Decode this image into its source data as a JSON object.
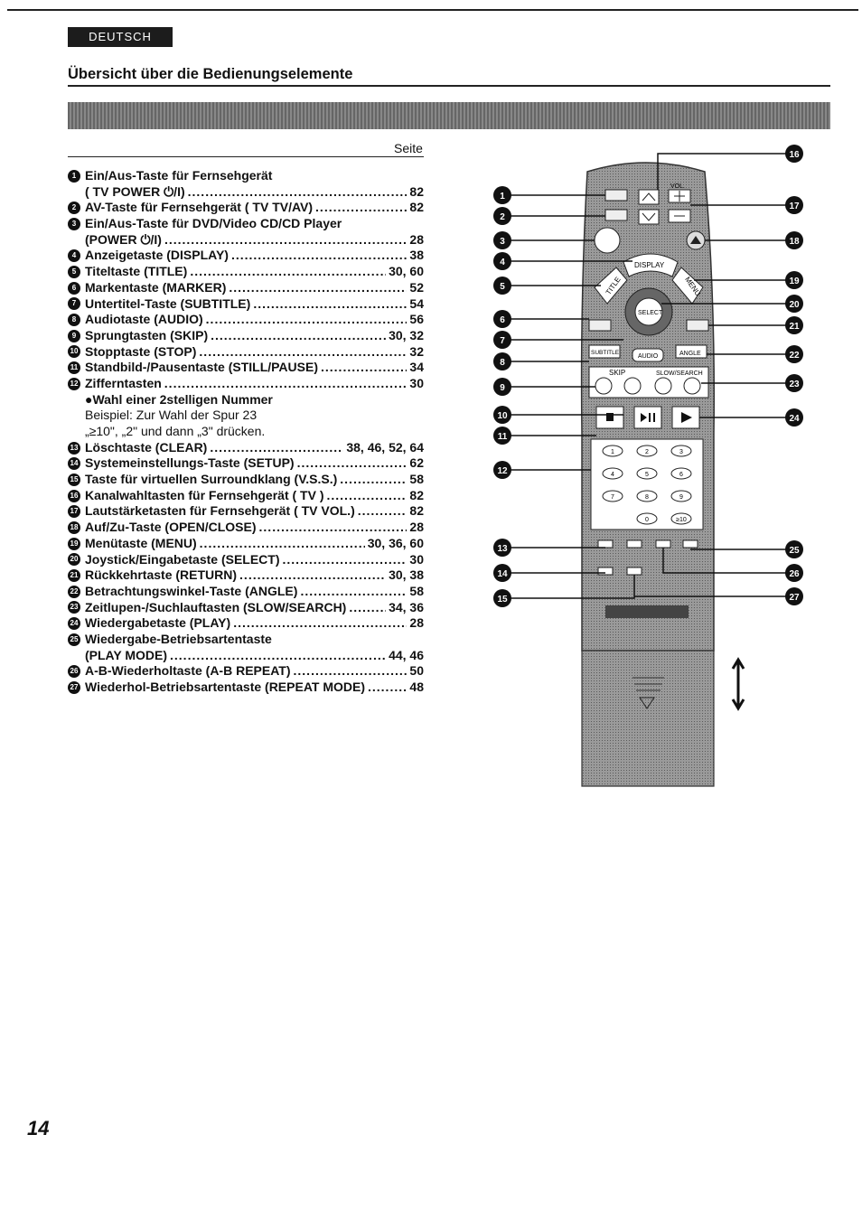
{
  "header": {
    "language": "DEUTSCH",
    "title": "Übersicht über die Bedienungselemente",
    "seite_label": "Seite"
  },
  "items": [
    {
      "n": "1",
      "name": "Ein/Aus-Taste für Fernsehgerät",
      "pg": ""
    },
    {
      "n": "",
      "name": "( TV POWER ⏻/I)",
      "pg": "82",
      "indent": true
    },
    {
      "n": "2",
      "name": "AV-Taste für Fernsehgerät ( TV TV/AV)",
      "pg": "82"
    },
    {
      "n": "3",
      "name": "Ein/Aus-Taste für DVD/Video CD/CD Player",
      "pg": ""
    },
    {
      "n": "",
      "name": "(POWER ⏻/I)",
      "pg": "28",
      "indent": true
    },
    {
      "n": "4",
      "name": "Anzeigetaste (DISPLAY)",
      "pg": "38"
    },
    {
      "n": "5",
      "name": "Titeltaste (TITLE)",
      "pg": "30, 60"
    },
    {
      "n": "6",
      "name": "Markentaste (MARKER)",
      "pg": "52"
    },
    {
      "n": "7",
      "name": "Untertitel-Taste (SUBTITLE)",
      "pg": "54"
    },
    {
      "n": "8",
      "name": "Audiotaste (AUDIO)",
      "pg": "56"
    },
    {
      "n": "9",
      "name": "Sprungtasten (SKIP)",
      "pg": "30, 32"
    },
    {
      "n": "10",
      "name": "Stopptaste (STOP)",
      "pg": "32"
    },
    {
      "n": "11",
      "name": "Standbild-/Pausentaste (STILL/PAUSE)",
      "pg": "34"
    },
    {
      "n": "12",
      "name": "Zifferntasten",
      "pg": "30"
    },
    {
      "n": "",
      "name": "●Wahl einer 2stelligen Nummer",
      "pg": "",
      "indent": true,
      "nodots": true
    },
    {
      "n": "",
      "name": "Beispiel: Zur Wahl der Spur 23",
      "pg": "",
      "indent": true,
      "nodots": true,
      "normal": true
    },
    {
      "n": "",
      "name": "„≥10\", „2\" und dann „3\" drücken.",
      "pg": "",
      "indent": true,
      "nodots": true,
      "normal": true
    },
    {
      "n": "13",
      "name": "Löschtaste (CLEAR)",
      "pg": "38, 46, 52, 64"
    },
    {
      "n": "14",
      "name": "Systemeinstellungs-Taste (SETUP)",
      "pg": "62"
    },
    {
      "n": "15",
      "name": "Taste für virtuellen Surroundklang (V.S.S.)",
      "pg": "58"
    },
    {
      "n": "16",
      "name": "Kanalwahltasten für Fernsehgerät ( TV )",
      "pg": "82"
    },
    {
      "n": "17",
      "name": "Lautstärketasten für Fernsehgerät ( TV VOL.)",
      "pg": "82"
    },
    {
      "n": "18",
      "name": "Auf/Zu-Taste (OPEN/CLOSE)",
      "pg": "28"
    },
    {
      "n": "19",
      "name": "Menütaste (MENU)",
      "pg": "30, 36, 60"
    },
    {
      "n": "20",
      "name": "Joystick/Eingabetaste (SELECT)",
      "pg": "30"
    },
    {
      "n": "21",
      "name": "Rückkehrtaste (RETURN)",
      "pg": "30, 38"
    },
    {
      "n": "22",
      "name": "Betrachtungswinkel-Taste (ANGLE)",
      "pg": "58"
    },
    {
      "n": "23",
      "name": "Zeitlupen-/Suchlauftasten (SLOW/SEARCH)",
      "pg": "34, 36"
    },
    {
      "n": "24",
      "name": "Wiedergabetaste (PLAY)",
      "pg": "28"
    },
    {
      "n": "25",
      "name": "Wiedergabe-Betriebsartentaste",
      "pg": ""
    },
    {
      "n": "",
      "name": "(PLAY MODE)",
      "pg": "44, 46",
      "indent": true
    },
    {
      "n": "26",
      "name": "A-B-Wiederholtaste (A-B REPEAT)",
      "pg": "50"
    },
    {
      "n": "27",
      "name": "Wiederhol-Betriebsartentaste (REPEAT MODE)",
      "pg": "48"
    }
  ],
  "remote": {
    "vol": "VOL.",
    "display": "DISPLAY",
    "title": "TITLE",
    "menu": "MENU",
    "select": "SELECT",
    "subtitle": "SUBTITLE",
    "audio": "AUDIO",
    "angle": "ANGLE",
    "skip": "SKIP",
    "slow_search": "SLOW/SEARCH",
    "digits": [
      "1",
      "2",
      "3",
      "4",
      "5",
      "6",
      "7",
      "8",
      "9",
      "0",
      "≥10"
    ],
    "left_callouts": [
      "1",
      "2",
      "3",
      "4",
      "5",
      "6",
      "7",
      "8",
      "9",
      "10",
      "11",
      "12",
      "13",
      "14",
      "15"
    ],
    "right_callouts": [
      "16",
      "17",
      "18",
      "19",
      "20",
      "21",
      "22",
      "23",
      "24",
      "25",
      "26",
      "27"
    ]
  },
  "footer": {
    "page_number": "14"
  }
}
